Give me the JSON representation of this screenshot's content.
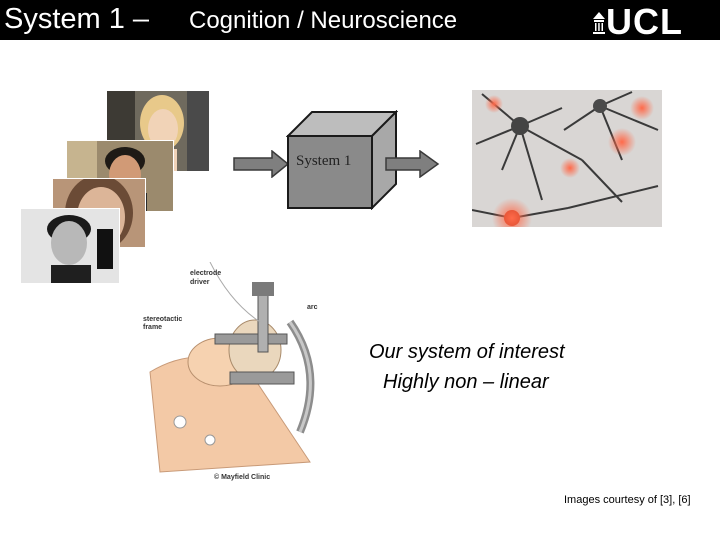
{
  "slide": {
    "title_main": "System 1 –",
    "title_sub": "Cognition / Neuroscience",
    "logo_text": "UCL",
    "box_label": "System 1",
    "caption_line1": "Our system of interest",
    "caption_line2": "Highly non – linear",
    "credit": "Images courtesy of [3], [6]"
  },
  "surgery_figure": {
    "label_electrode": "electrode",
    "label_driver": "driver",
    "label_arc": "arc",
    "label_stereotactic": "stereotactic",
    "label_frame": "frame",
    "copyright": "© Mayfield Clinic"
  },
  "colors": {
    "title_bar": "#000000",
    "cube_front": "#8a8a8a",
    "cube_side": "#a8a8a8",
    "cube_top": "#bdbdbd",
    "arrow_fill": "#7f7f7f"
  }
}
